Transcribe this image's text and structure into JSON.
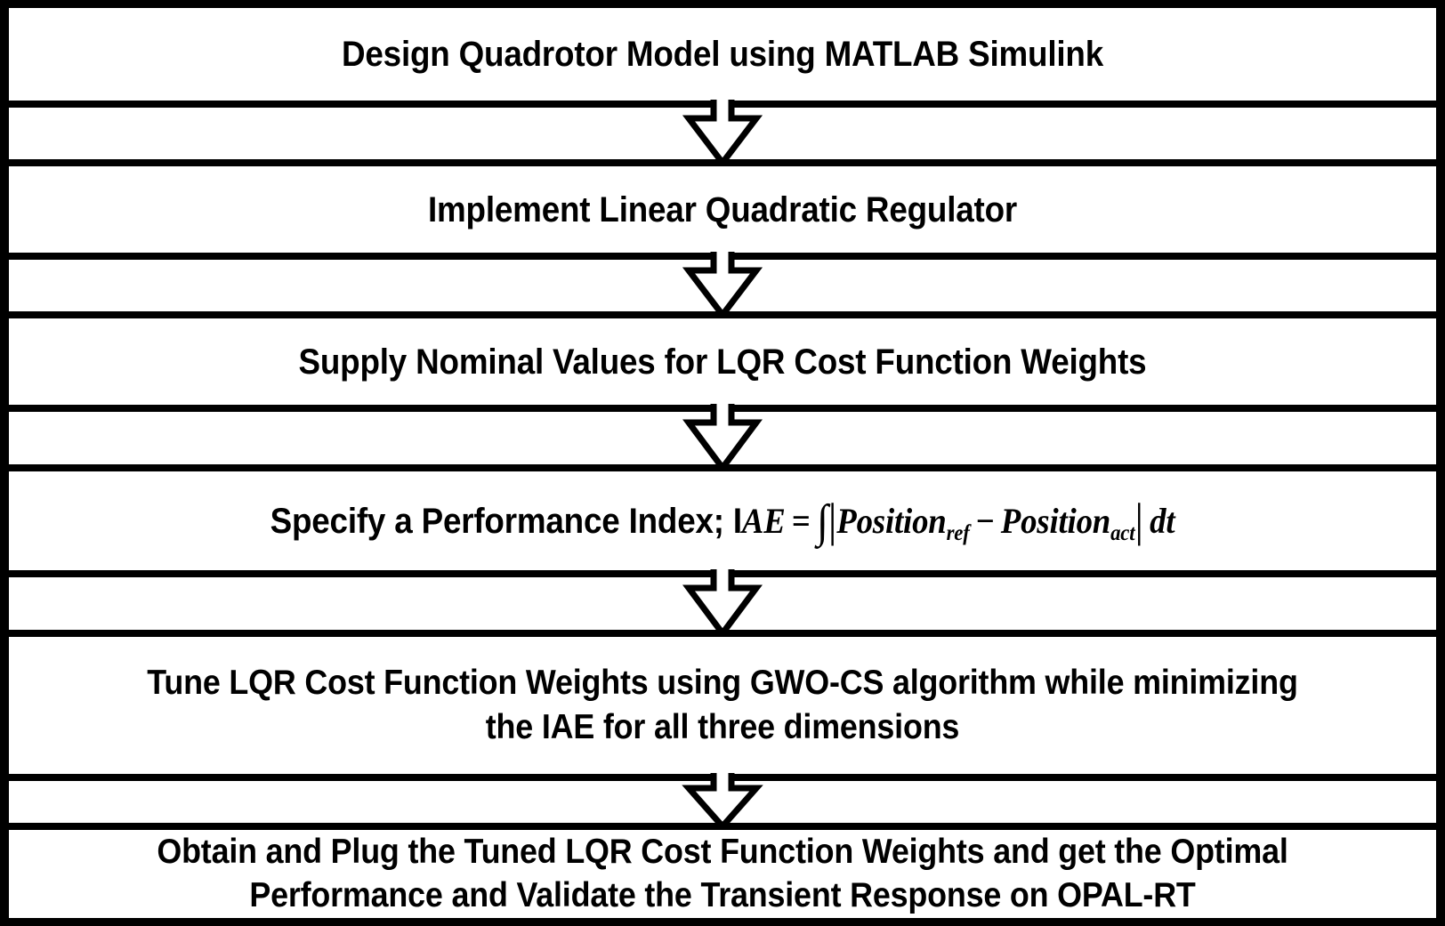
{
  "diagram": {
    "title": "Quadrotor LQR Tuning Methodology Flowchart",
    "type": "vertical-process-flowchart",
    "orientation": "top-to-bottom",
    "border_color": "#000000",
    "background_color": "#ffffff",
    "text_color": "#000000",
    "steps": [
      {
        "id": "step-1",
        "index": 1,
        "label": "Design Quadrotor Model using MATLAB Simulink",
        "lines": [
          "Design Quadrotor Model using MATLAB Simulink"
        ]
      },
      {
        "id": "step-2",
        "index": 2,
        "label": "Implement Linear Quadratic Regulator",
        "lines": [
          "Implement Linear Quadratic Regulator"
        ]
      },
      {
        "id": "step-3",
        "index": 3,
        "label": "Supply Nominal Values for LQR Cost Function Weights",
        "lines": [
          "Supply Nominal Values for LQR Cost Function Weights"
        ]
      },
      {
        "id": "step-4",
        "index": 4,
        "label": "Specify a Performance Index; IAE = ∫|Position_ref − Position_act| dt",
        "prefix": "Specify a Performance Index; I",
        "formula": {
          "lhs": "AE",
          "equals": "=",
          "integral": "∫",
          "open_bar": "|",
          "term_1_base": "Position",
          "term_1_sub": "ref",
          "minus": "−",
          "term_2_base": "Position",
          "term_2_sub": "act",
          "close_bar": "|",
          "differential": "dt"
        }
      },
      {
        "id": "step-5",
        "index": 5,
        "label": "Tune LQR Cost Function Weights using GWO-CS algorithm while minimizing the IAE for all three dimensions",
        "lines": [
          "Tune LQR Cost Function Weights using GWO-CS algorithm while minimizing",
          "the IAE for all three dimensions"
        ]
      },
      {
        "id": "step-6",
        "index": 6,
        "label": "Obtain and Plug the Tuned LQR Cost Function Weights and get the Optimal Performance and Validate the Transient Response on OPAL-RT",
        "lines": [
          "Obtain and Plug the Tuned LQR Cost Function Weights and get the Optimal",
          "Performance and Validate the Transient Response on OPAL-RT"
        ]
      }
    ],
    "connectors": [
      {
        "id": "connector-1",
        "from": "step-1",
        "to": "step-2",
        "icon": "down-arrow-icon"
      },
      {
        "id": "connector-2",
        "from": "step-2",
        "to": "step-3",
        "icon": "down-arrow-icon"
      },
      {
        "id": "connector-3",
        "from": "step-3",
        "to": "step-4",
        "icon": "down-arrow-icon"
      },
      {
        "id": "connector-4",
        "from": "step-4",
        "to": "step-5",
        "icon": "down-arrow-icon"
      },
      {
        "id": "connector-5",
        "from": "step-5",
        "to": "step-6",
        "icon": "down-arrow-icon"
      }
    ]
  }
}
